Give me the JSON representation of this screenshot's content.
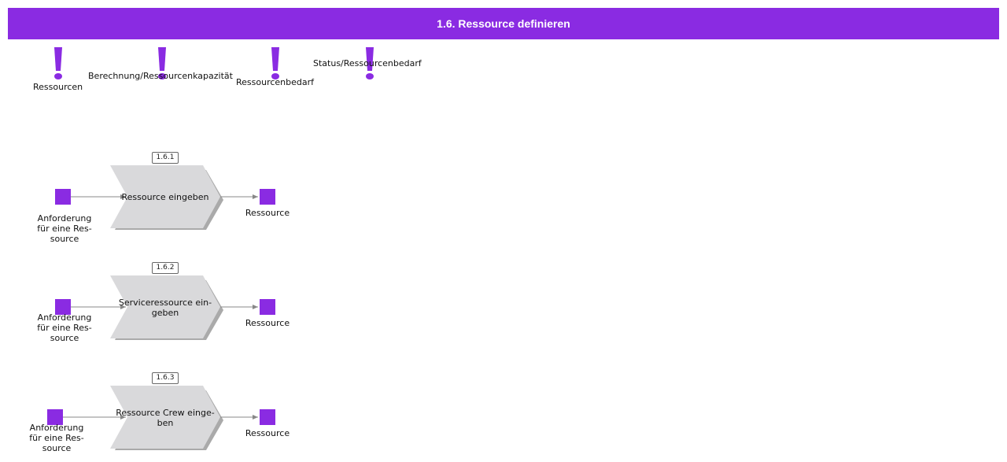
{
  "title": "1.6. Ressource definieren",
  "colors": {
    "accent": "#8a2be2",
    "process": "#d9d9db",
    "shadow": "#aaaaaa",
    "connector": "#888888"
  },
  "risks": [
    {
      "label": "Ressourcen",
      "icon": "exclamation-icon"
    },
    {
      "label": "Berechnung/Ressourcenkapazität",
      "icon": "exclamation-icon"
    },
    {
      "label": "Ressourcenbedarf",
      "icon": "exclamation-icon"
    },
    {
      "label": "Status/Ressourcenbedarf",
      "icon": "exclamation-icon"
    }
  ],
  "processes": [
    {
      "id": "1.6.1",
      "label": "Ressource eingeben",
      "input": "Anforderung\nfür eine Res-\nsource",
      "output": "Ressource"
    },
    {
      "id": "1.6.2",
      "label": "Serviceressource ein-\ngeben",
      "input": "Anforderung\nfür eine Res-\nsource",
      "output": "Ressource"
    },
    {
      "id": "1.6.3",
      "label": "Ressource Crew einge-\nben",
      "input": "Anforderung\nfür eine Res-\nsource",
      "output": "Ressource"
    }
  ]
}
